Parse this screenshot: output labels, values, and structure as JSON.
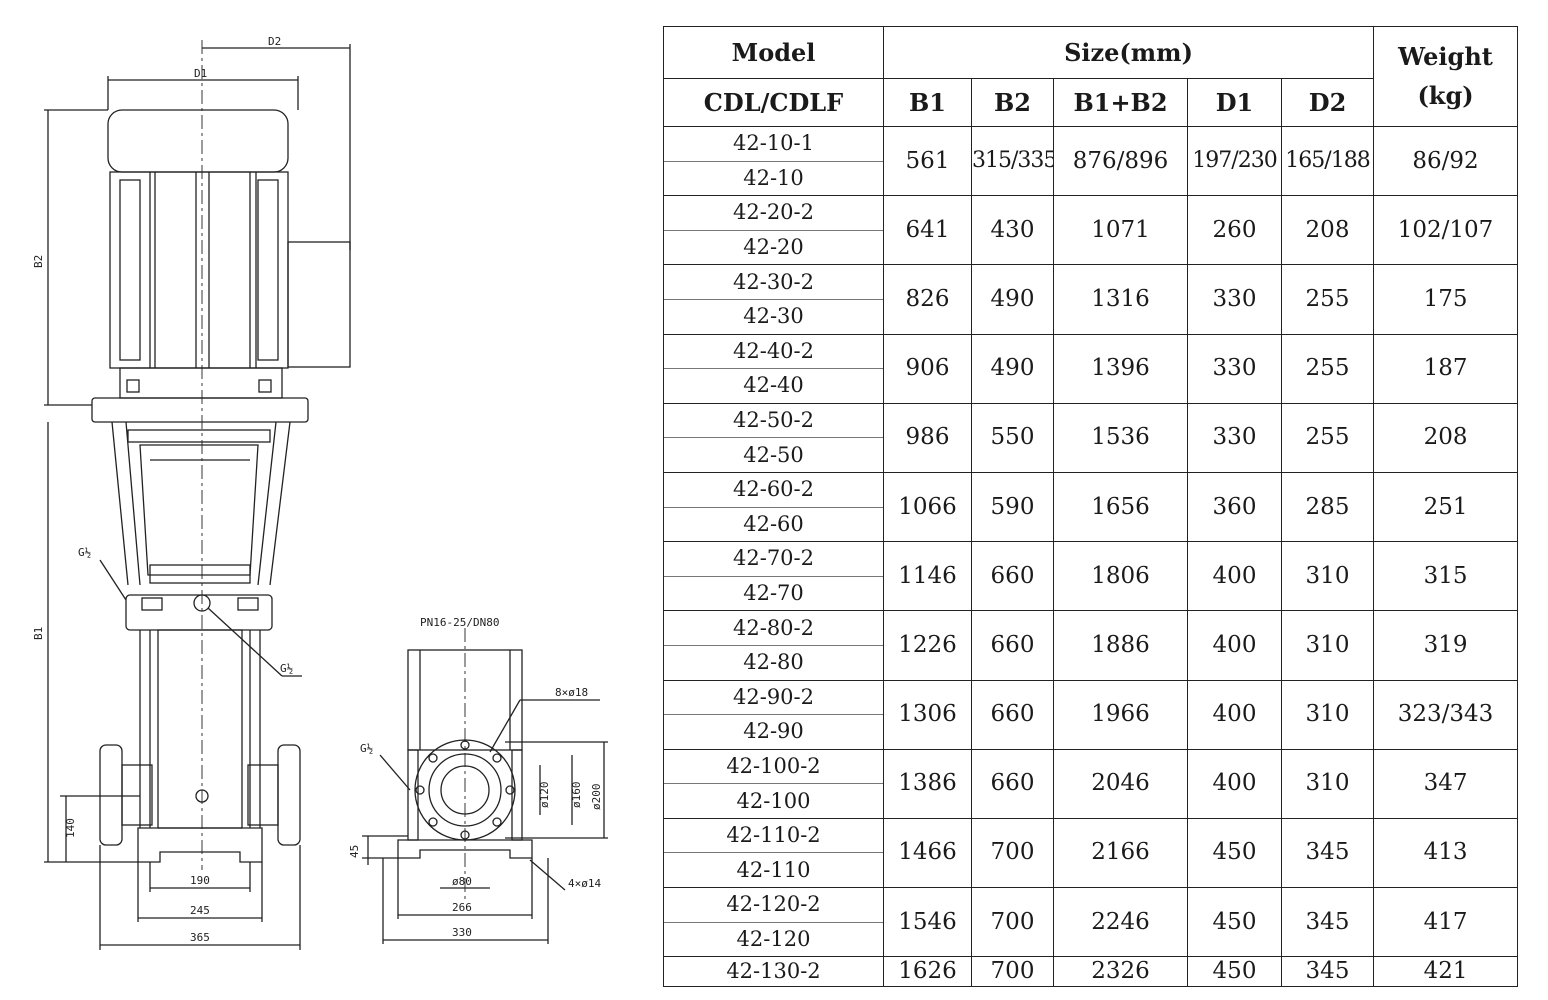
{
  "drawing": {
    "labels": {
      "d2": "D2",
      "d1": "D1",
      "b2": "B2",
      "b1": "B1",
      "g_top": "G½",
      "g_mid": "G½",
      "g_side": "G½",
      "h140": "140",
      "h45": "45",
      "w190": "190",
      "w245": "245",
      "w365": "365",
      "flange_spec": "PN16-25/DN80",
      "bolt_holes": "8×ø18",
      "dia120": "ø120",
      "dia160": "ø160",
      "dia200": "ø200",
      "dia80": "ø80",
      "w266": "266",
      "w330": "330",
      "base_holes": "4×ø14"
    }
  },
  "table": {
    "header": {
      "model": "Model",
      "model_sub": "CDL/CDLF",
      "size": "Size(mm)",
      "weight": "Weight",
      "weight_unit": "(kg)",
      "b1": "B1",
      "b2": "B2",
      "b1b2": "B1+B2",
      "d1": "D1",
      "d2": "D2"
    },
    "rows": [
      {
        "m1": "42-10-1",
        "m2": "42-10",
        "b1": "561",
        "b2": "315/335",
        "b1b2": "876/896",
        "d1": "197/230",
        "d2": "165/188",
        "w": "86/92"
      },
      {
        "m1": "42-20-2",
        "m2": "42-20",
        "b1": "641",
        "b2": "430",
        "b1b2": "1071",
        "d1": "260",
        "d2": "208",
        "w": "102/107"
      },
      {
        "m1": "42-30-2",
        "m2": "42-30",
        "b1": "826",
        "b2": "490",
        "b1b2": "1316",
        "d1": "330",
        "d2": "255",
        "w": "175"
      },
      {
        "m1": "42-40-2",
        "m2": "42-40",
        "b1": "906",
        "b2": "490",
        "b1b2": "1396",
        "d1": "330",
        "d2": "255",
        "w": "187"
      },
      {
        "m1": "42-50-2",
        "m2": "42-50",
        "b1": "986",
        "b2": "550",
        "b1b2": "1536",
        "d1": "330",
        "d2": "255",
        "w": "208"
      },
      {
        "m1": "42-60-2",
        "m2": "42-60",
        "b1": "1066",
        "b2": "590",
        "b1b2": "1656",
        "d1": "360",
        "d2": "285",
        "w": "251"
      },
      {
        "m1": "42-70-2",
        "m2": "42-70",
        "b1": "1146",
        "b2": "660",
        "b1b2": "1806",
        "d1": "400",
        "d2": "310",
        "w": "315"
      },
      {
        "m1": "42-80-2",
        "m2": "42-80",
        "b1": "1226",
        "b2": "660",
        "b1b2": "1886",
        "d1": "400",
        "d2": "310",
        "w": "319"
      },
      {
        "m1": "42-90-2",
        "m2": "42-90",
        "b1": "1306",
        "b2": "660",
        "b1b2": "1966",
        "d1": "400",
        "d2": "310",
        "w": "323/343"
      },
      {
        "m1": "42-100-2",
        "m2": "42-100",
        "b1": "1386",
        "b2": "660",
        "b1b2": "2046",
        "d1": "400",
        "d2": "310",
        "w": "347"
      },
      {
        "m1": "42-110-2",
        "m2": "42-110",
        "b1": "1466",
        "b2": "700",
        "b1b2": "2166",
        "d1": "450",
        "d2": "345",
        "w": "413"
      },
      {
        "m1": "42-120-2",
        "m2": "42-120",
        "b1": "1546",
        "b2": "700",
        "b1b2": "2246",
        "d1": "450",
        "d2": "345",
        "w": "417"
      }
    ],
    "last_row": {
      "m": "42-130-2",
      "b1": "1626",
      "b2": "700",
      "b1b2": "2326",
      "d1": "450",
      "d2": "345",
      "w": "421"
    }
  }
}
